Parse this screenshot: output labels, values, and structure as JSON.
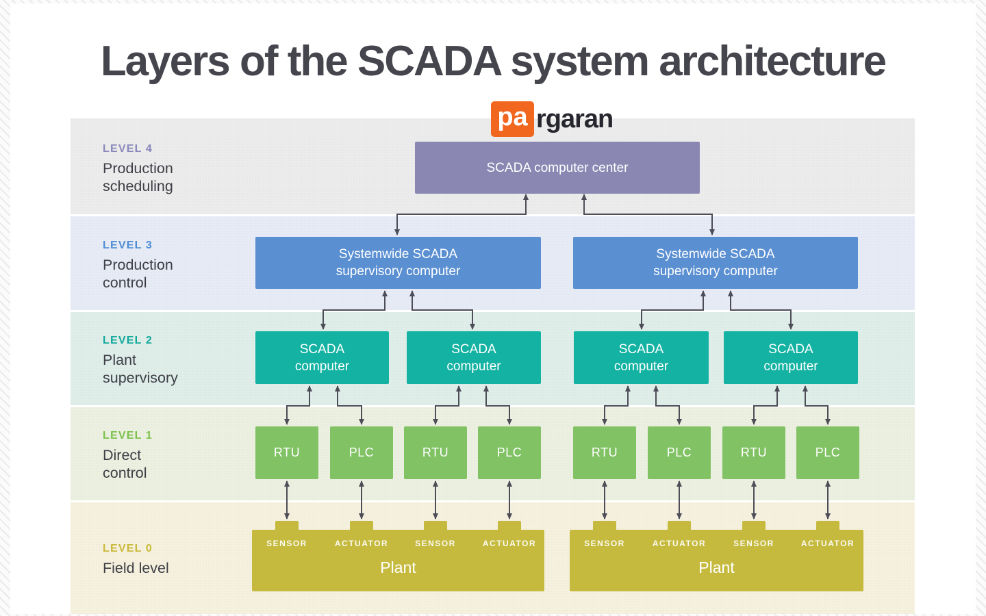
{
  "title": "Layers of the SCADA system architecture",
  "logo": {
    "badge": "pa",
    "rest": "rgaran",
    "badge_color": "#f2671f"
  },
  "colors": {
    "arrow": "#4d4d57",
    "level4_box": "#8a88b3",
    "level3_box": "#5a8fd2",
    "level2_box": "#14b2a2",
    "level1_box": "#81c264",
    "level0_box": "#c5ba3e"
  },
  "levels": [
    {
      "tag": "LEVEL 4",
      "name": "Production\nscheduling",
      "accent": "#8a88bb",
      "band": "#ececec"
    },
    {
      "tag": "LEVEL 3",
      "name": "Production\ncontrol",
      "accent": "#4e8ed4",
      "band": "#e7ebf6"
    },
    {
      "tag": "LEVEL 2",
      "name": "Plant\nsupervisory",
      "accent": "#12a99c",
      "band": "#dfeee9"
    },
    {
      "tag": "LEVEL 1",
      "name": "Direct\ncontrol",
      "accent": "#7cc14c",
      "band": "#ecf0e0"
    },
    {
      "tag": "LEVEL 0",
      "name": "Field level",
      "accent": "#c9ba3b",
      "band": "#f6f1de"
    }
  ],
  "nodes": {
    "computer_center": "SCADA computer center",
    "supervisory": "Systemwide SCADA\nsupervisory computer",
    "scada_computer": "SCADA\ncomputer",
    "rtu": "RTU",
    "plc": "PLC"
  },
  "field": {
    "plant": "Plant",
    "io": [
      "SENSOR",
      "ACTUATOR",
      "SENSOR",
      "ACTUATOR"
    ]
  }
}
